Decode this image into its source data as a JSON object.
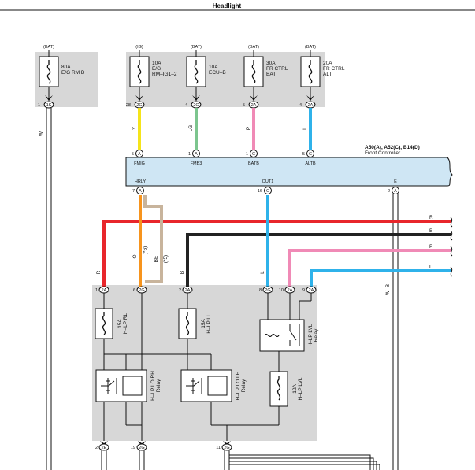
{
  "title": "Headlight",
  "fuses": [
    {
      "id": "f1",
      "source": "(BAT)",
      "rating": "80A",
      "name1": "E/G RM B",
      "name2": "",
      "name3": "",
      "pin": "1",
      "conn": "1K",
      "wire": "W",
      "color": "#dddddd"
    },
    {
      "id": "f2",
      "source": "(IG)",
      "rating": "10A",
      "name1": "E/G",
      "name2": "RM–IG1–2",
      "name3": "",
      "pin": "28",
      "conn": "2G",
      "wire": "Y",
      "color": "#f5e41a"
    },
    {
      "id": "f3",
      "source": "(BAT)",
      "rating": "10A",
      "name1": "ECU–B",
      "name2": "",
      "name3": "",
      "pin": "4",
      "conn": "2G",
      "wire": "LG",
      "color": "#7cc58e"
    },
    {
      "id": "f4",
      "source": "(BAT)",
      "rating": "30A",
      "name1": "FR CTRL",
      "name2": "BAT",
      "name3": "",
      "pin": "5",
      "conn": "2A",
      "wire": "P",
      "color": "#f08ab6"
    },
    {
      "id": "f5",
      "source": "(BAT)",
      "rating": "20A",
      "name1": "FR CTRL",
      "name2": "ALT",
      "name3": "",
      "pin": "4",
      "conn": "2A",
      "wire": "L",
      "color": "#2fb2ea"
    }
  ],
  "controller": {
    "label1": "A50(A), A52(C), B14(D)",
    "label2": "Front Controller",
    "top_pins": [
      {
        "num": "5",
        "conn": "A",
        "name": "FMIG"
      },
      {
        "num": "1",
        "conn": "A",
        "name": "FMB3"
      },
      {
        "num": "1",
        "conn": "C",
        "name": "BATB"
      },
      {
        "num": "5",
        "conn": "C",
        "name": "ALTB"
      }
    ],
    "bottom_pins": [
      {
        "num": "7",
        "conn": "A",
        "name": "HRLY"
      },
      {
        "num": "16",
        "conn": "C",
        "name": "OUT1"
      },
      {
        "num": "2",
        "conn": "A",
        "name": "E"
      }
    ]
  },
  "bus_wires": [
    {
      "label": "R",
      "color": "#e8262b"
    },
    {
      "label": "B",
      "color": "#222222"
    },
    {
      "label": "P",
      "color": "#f08ab6"
    },
    {
      "label": "L",
      "color": "#2fb2ea"
    }
  ],
  "drop_wires": {
    "r": "R",
    "o": "O",
    "o_note": "(*6)",
    "be": "BE",
    "be_note": "(*5)",
    "b": "B",
    "l": "L",
    "wb": "W–B"
  },
  "lower_pins": [
    {
      "num": "1",
      "conn": "2A"
    },
    {
      "num": "6",
      "conn": "2G"
    },
    {
      "num": "2",
      "conn": "2A"
    },
    {
      "num": "8",
      "conn": "2G"
    },
    {
      "num": "10",
      "conn": "2A"
    },
    {
      "num": "9",
      "conn": "2A"
    }
  ],
  "lower_fuses": [
    {
      "rating": "15A",
      "name": "H–LP RL"
    },
    {
      "rating": "15A",
      "name": "H–LP LL"
    },
    {
      "rating": "10A",
      "name": "H–LP LVL"
    }
  ],
  "relays": [
    {
      "name1": "H–LP LO RH",
      "name2": "Relay"
    },
    {
      "name1": "H–LP LO LH",
      "name2": "Relay"
    },
    {
      "name1": "H–LP LVL",
      "name2": "Relay"
    }
  ],
  "bottom_pins": [
    {
      "num": "2",
      "conn": "2E"
    },
    {
      "num": "19",
      "conn": "2G"
    },
    {
      "num": "11",
      "conn": "2G"
    }
  ]
}
